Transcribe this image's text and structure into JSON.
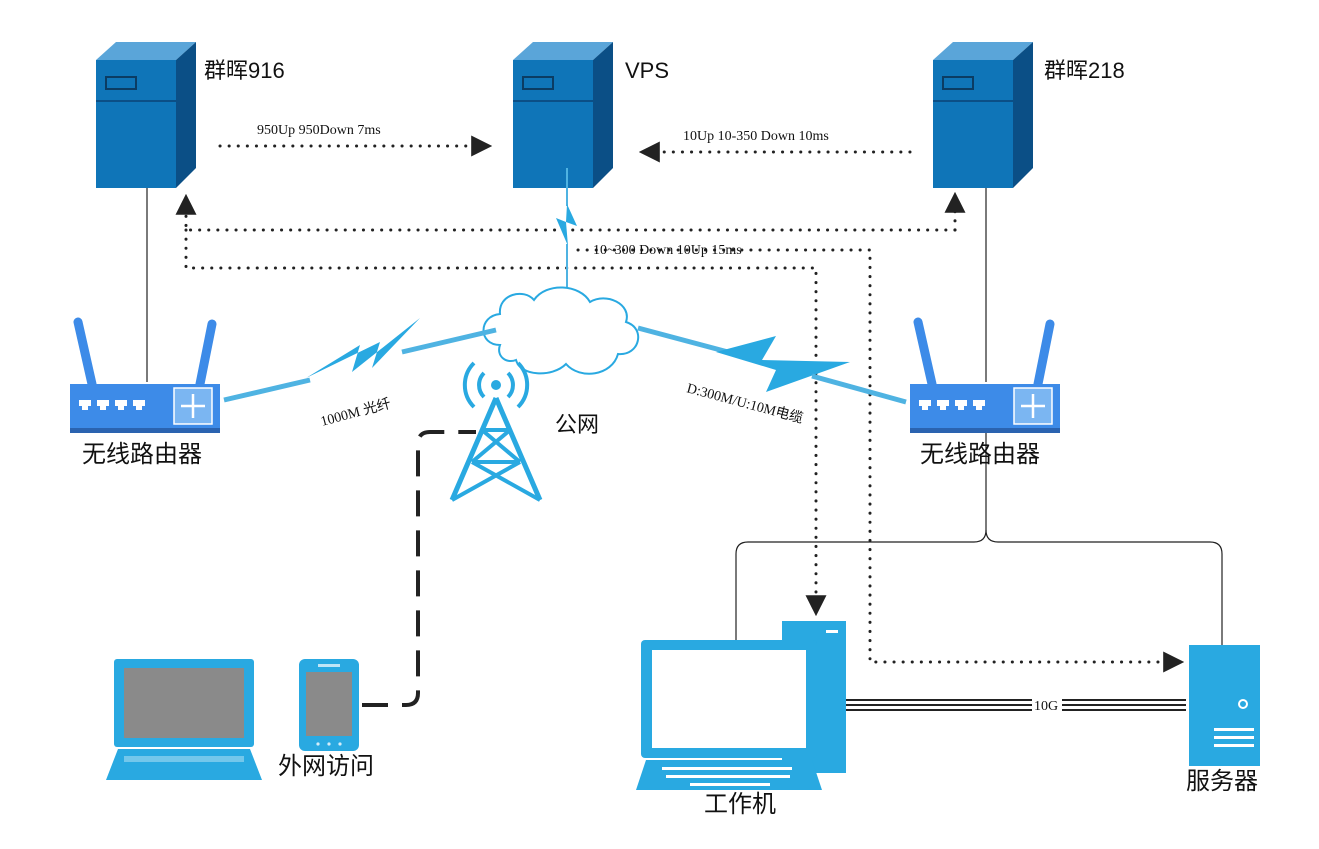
{
  "nodes": {
    "nas916": {
      "label": "群晖916"
    },
    "vps": {
      "label": "VPS"
    },
    "nas218": {
      "label": "群晖218"
    },
    "router_left": {
      "label": "无线路由器"
    },
    "router_right": {
      "label": "无线路由器"
    },
    "internet": {
      "label": "公网"
    },
    "external": {
      "label": "外网访问"
    },
    "workstation": {
      "label": "工作机"
    },
    "server": {
      "label": "服务器"
    }
  },
  "edges": {
    "nas916_vps": "950Up 950Down 7ms",
    "nas218_vps": "10Up 10-350 Down 10ms",
    "vps_down": "10~300 Down 10Up 15ms",
    "fiber": "1000M 光纤",
    "cable": "D:300M/U:10M电缆",
    "tenG": "10G"
  },
  "colors": {
    "server_blue": "#0f75b8",
    "server_dark": "#0b4f86",
    "router_blue": "#3d8be8",
    "device_cyan": "#29a9e1",
    "link_blue": "#4fb3e2",
    "screen_gray": "#8a8a8a"
  }
}
